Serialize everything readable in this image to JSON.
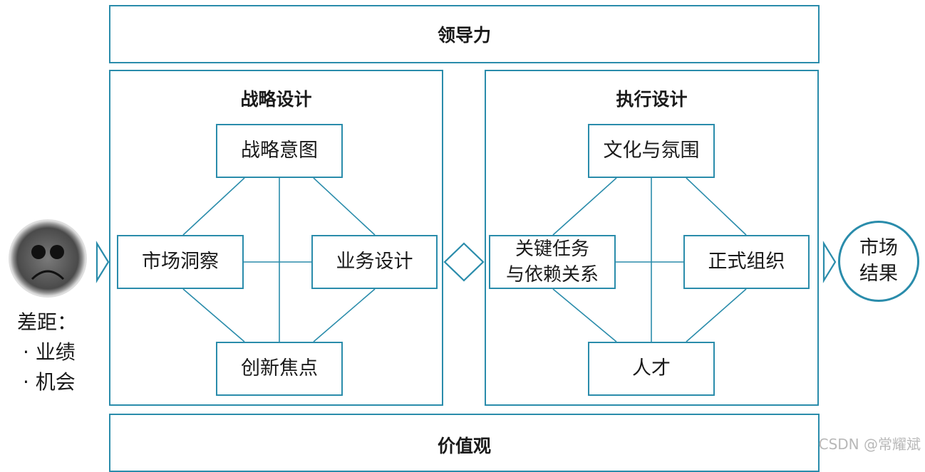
{
  "top_band": {
    "label": "领导力"
  },
  "bottom_band": {
    "label": "价值观"
  },
  "strategy": {
    "title": "战略设计",
    "nodes": {
      "top": "战略意图",
      "left": "市场洞察",
      "right": "业务设计",
      "bottom": "创新焦点"
    }
  },
  "execution": {
    "title": "执行设计",
    "nodes": {
      "top": "文化与氛围",
      "left": [
        "关键任务",
        "与依赖关系"
      ],
      "right": "正式组织",
      "bottom": "人才"
    }
  },
  "result": {
    "lines": [
      "市场",
      "结果"
    ]
  },
  "gap": {
    "title": "差距：",
    "items": [
      "· 业绩",
      "· 机会"
    ]
  },
  "watermark": "CSDN @常耀斌",
  "colors": {
    "accent": "#2a8cab",
    "text": "#1a1a1a"
  }
}
